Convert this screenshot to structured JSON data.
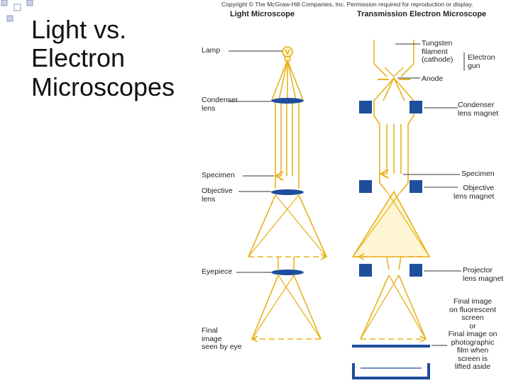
{
  "slide": {
    "title": "Light vs.\n Electron\nMicroscopes"
  },
  "figure": {
    "copyright": "Copyright © The McGraw-Hill Companies, Inc. Permission required for reproduction or display.",
    "light_header": "Light Microscope",
    "tem_header": "Transmission Electron Microscope",
    "light_labels": {
      "lamp": "Lamp",
      "condenser_lens": "Condenser\nlens",
      "specimen": "Specimen",
      "objective_lens": "Objective\nlens",
      "eyepiece": "Eyepiece",
      "final_image": "Final\nimage\nseen by eye"
    },
    "tem_labels": {
      "tungsten_filament": "Tungsten\nfilament\n(cathode)",
      "electron_gun": "Electron\ngun",
      "anode": "Anode",
      "condenser_lens_magnet": "Condenser\nlens magnet",
      "specimen": "Specimen",
      "objective_lens_magnet": "Objective\nlens magnet",
      "projector_lens_magnet": "Projector\nlens magnet",
      "final_image_text": "Final image\non fluorescent\nscreen\nor\nFinal image on\nphotographic\nfilm when\nscreen is\nlifted aside"
    },
    "colors": {
      "light_ray": "#e8b21c",
      "electron_beam": "#e8b21c",
      "beam_fill": "#fdf5d3",
      "lens": "#1f4e9c",
      "magnet": "#1f4e9c",
      "bullet": "#b0b8d8"
    }
  }
}
